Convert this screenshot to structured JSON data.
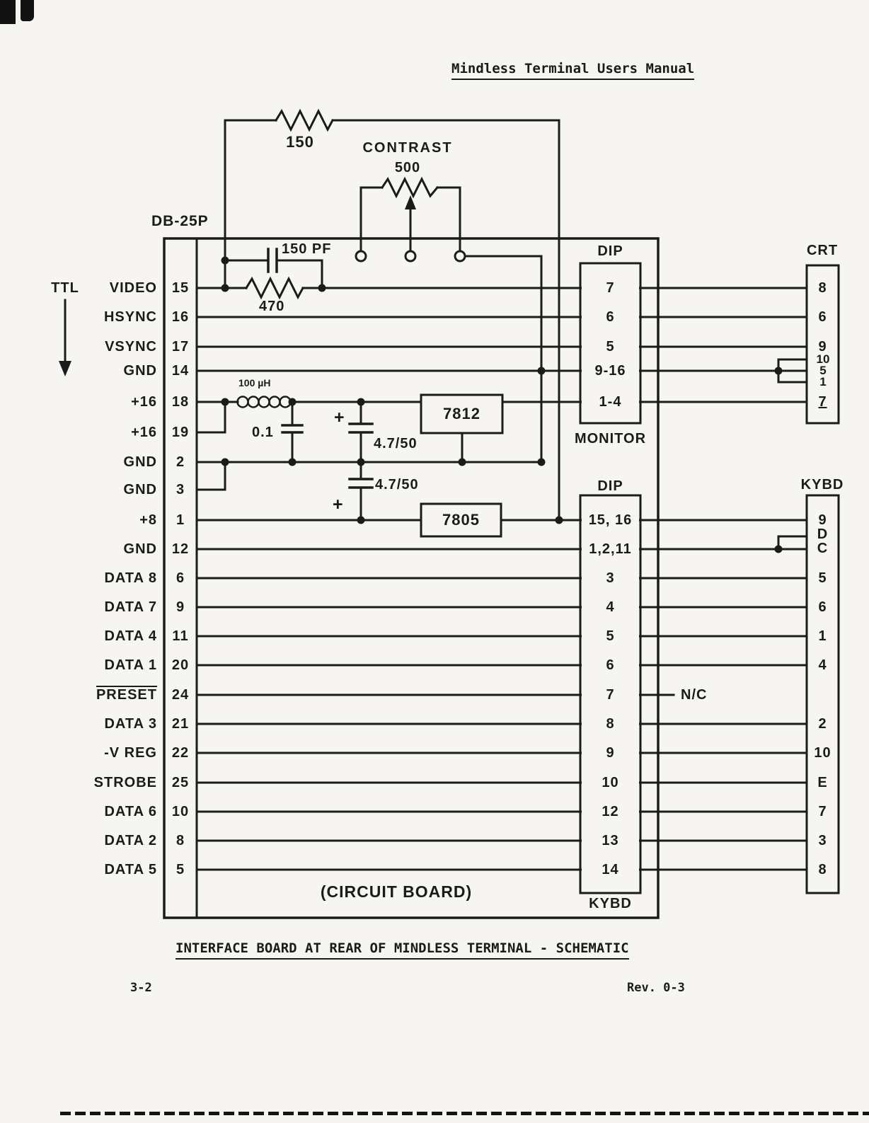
{
  "doc": {
    "header": "Mindless Terminal Users Manual",
    "caption": "INTERFACE BOARD AT REAR OF MINDLESS TERMINAL - SCHEMATIC",
    "page_num": "3-2",
    "revision": "Rev. 0-3"
  },
  "labels": {
    "ttl": "TTL",
    "connector": "DB-25P",
    "circuit_board": "(CIRCUIT BOARD)",
    "dip_upper": "DIP",
    "monitor": "MONITOR",
    "dip_lower": "DIP",
    "kybd_lower": "KYBD",
    "crt": "CRT",
    "kybd_right": "KYBD",
    "nc": "N/C",
    "contrast": "CONTRAST"
  },
  "components": {
    "r_top": "150",
    "pot": "500",
    "cap_pf": "150 PF",
    "r_video": "470",
    "inductor": "100 µH",
    "cap_01": "0.1",
    "cap_47_upper": "4.7/50",
    "cap_47_lower": "4.7/50",
    "plus_upper": "+",
    "plus_lower": "+",
    "reg_7812": "7812",
    "reg_7805": "7805"
  },
  "rows": [
    {
      "signal": "VIDEO",
      "pin": "15",
      "dip": "7",
      "right": "8"
    },
    {
      "signal": "HSYNC",
      "pin": "16",
      "dip": "6",
      "right": "6"
    },
    {
      "signal": "VSYNC",
      "pin": "17",
      "dip": "5",
      "right": "9"
    },
    {
      "signal": "GND",
      "pin": "14",
      "dip": "9-16"
    },
    {
      "signal": "+16",
      "pin": "18",
      "dip": "1-4",
      "right": "7"
    },
    {
      "signal": "+16",
      "pin": "19"
    },
    {
      "signal": "GND",
      "pin": "2"
    },
    {
      "signal": "GND",
      "pin": "3"
    },
    {
      "signal": "+8",
      "pin": "1",
      "dip": "15, 16",
      "right": "9"
    },
    {
      "signal": "GND",
      "pin": "12",
      "dip": "1,2,11",
      "right": "C"
    },
    {
      "signal": "DATA 8",
      "pin": "6",
      "dip": "3",
      "right": "5"
    },
    {
      "signal": "DATA 7",
      "pin": "9",
      "dip": "4",
      "right": "6"
    },
    {
      "signal": "DATA 4",
      "pin": "11",
      "dip": "5",
      "right": "1"
    },
    {
      "signal": "DATA 1",
      "pin": "20",
      "dip": "6",
      "right": "4"
    },
    {
      "signal": "PRESET",
      "pin": "24",
      "dip": "7"
    },
    {
      "signal": "DATA 3",
      "pin": "21",
      "dip": "8",
      "right": "2"
    },
    {
      "signal": "-V REG",
      "pin": "22",
      "dip": "9",
      "right": "10"
    },
    {
      "signal": "STROBE",
      "pin": "25",
      "dip": "10",
      "right": "E"
    },
    {
      "signal": "DATA 6",
      "pin": "10",
      "dip": "12",
      "right": "7"
    },
    {
      "signal": "DATA 2",
      "pin": "8",
      "dip": "13",
      "right": "3"
    },
    {
      "signal": "DATA 5",
      "pin": "5",
      "dip": "14",
      "right": "8"
    }
  ],
  "crt_gnd_pins": [
    "10",
    "5",
    "1"
  ],
  "kybd_extra_pin": "D",
  "colors": {
    "paper": "#f6f5f1",
    "ink": "#1b1b1b"
  }
}
